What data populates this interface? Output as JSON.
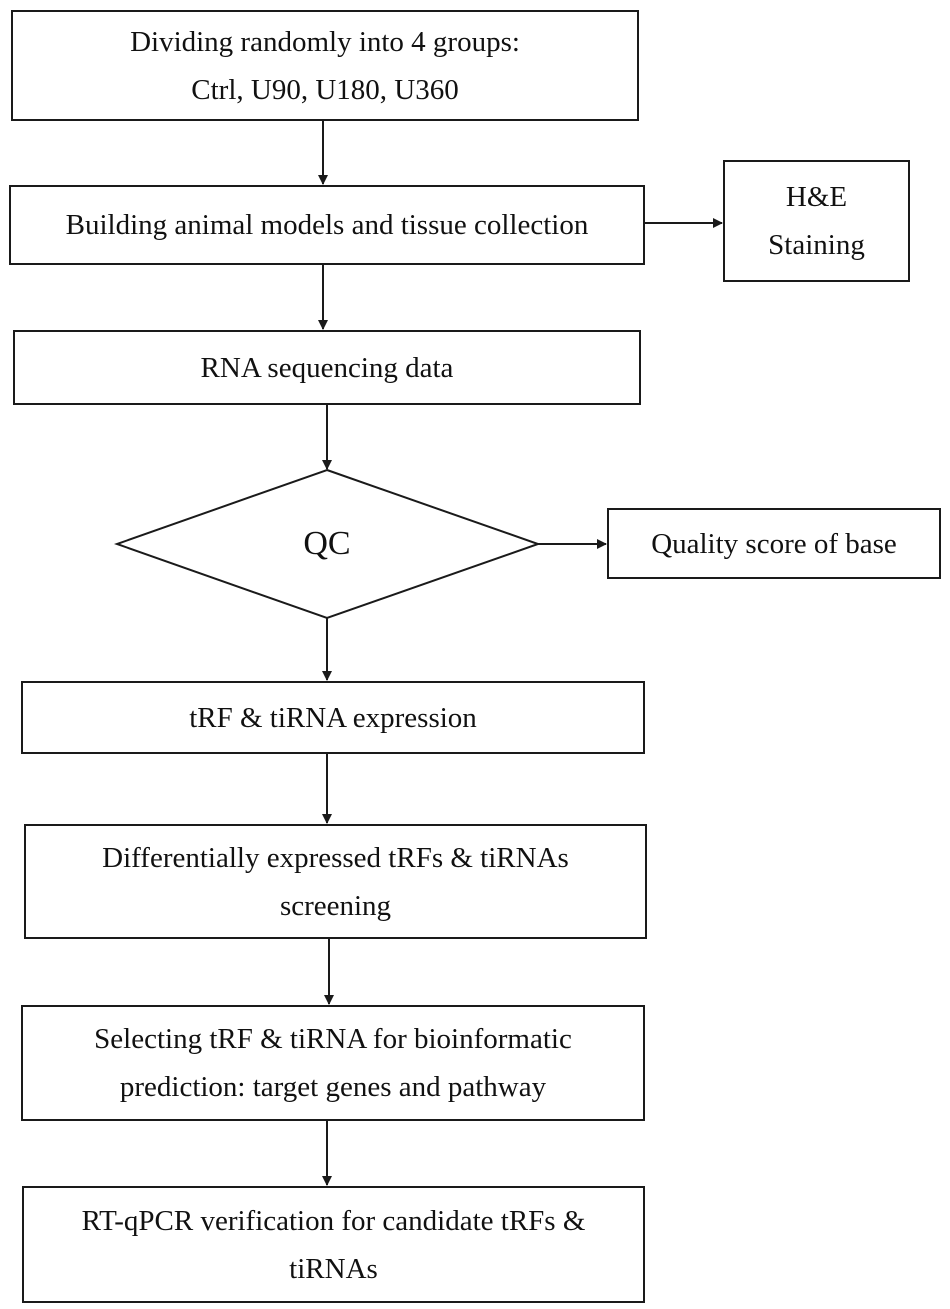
{
  "nodes": {
    "groups": {
      "lines": [
        "Dividing randomly into 4 groups:",
        "Ctrl, U90, U180, U360"
      ]
    },
    "models": {
      "lines": [
        "Building animal models and tissue collection"
      ]
    },
    "staining": {
      "lines": [
        "H&E",
        "Staining"
      ]
    },
    "rnaseq": {
      "lines": [
        "RNA sequencing data"
      ]
    },
    "qc": {
      "label": "QC"
    },
    "quality": {
      "lines": [
        "Quality score of base"
      ]
    },
    "expression": {
      "lines": [
        "tRF & tiRNA expression"
      ]
    },
    "screening": {
      "lines": [
        "Differentially expressed tRFs & tiRNAs",
        "screening"
      ]
    },
    "selecting": {
      "lines": [
        "Selecting tRF & tiRNA for bioinformatic",
        "prediction: target genes and pathway"
      ]
    },
    "verification": {
      "lines": [
        "RT-qPCR verification for candidate tRFs &",
        "tiRNAs"
      ]
    }
  },
  "colors": {
    "stroke": "#1a1a1a",
    "background": "#ffffff"
  }
}
